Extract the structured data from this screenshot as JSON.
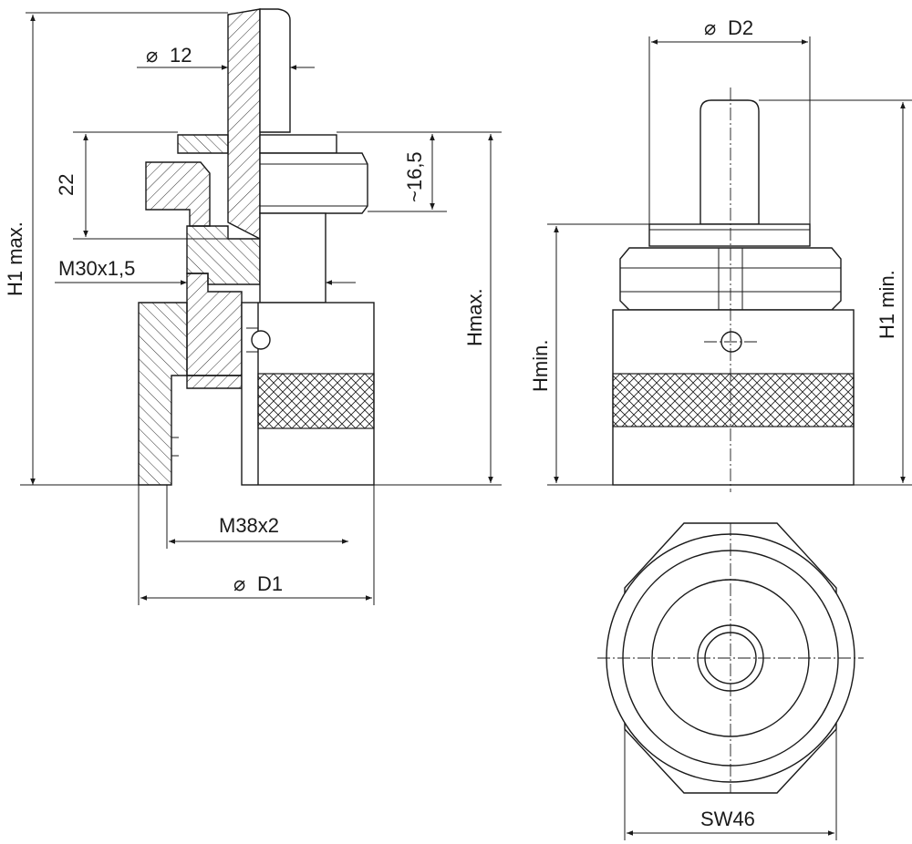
{
  "labels": {
    "pin_diameter": "12",
    "d2": "D2",
    "h1_max": "H1 max.",
    "dim_22": "22",
    "dim_16_5": "~16,5",
    "thread_m30": "M30x1,5",
    "h_max": "Hmax.",
    "h_min": "Hmin.",
    "h1_min": "H1 min.",
    "thread_m38": "M38x2",
    "d1": "D1",
    "sw46": "SW46"
  },
  "symbols": {
    "diameter": "⌀"
  }
}
